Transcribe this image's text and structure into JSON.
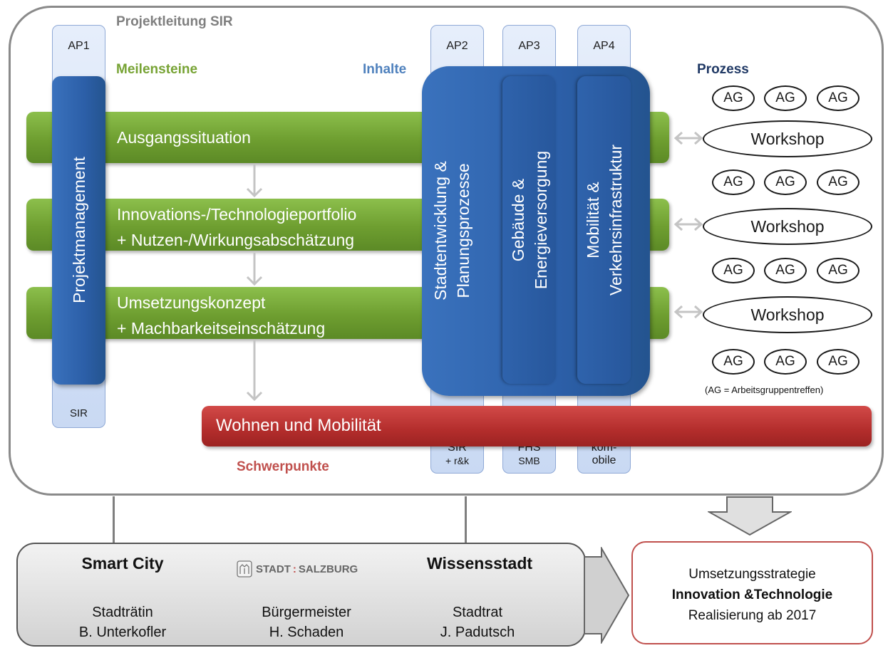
{
  "project_lead": "Projektleitung SIR",
  "sections": {
    "milestones": "Meilensteine",
    "contents": "Inhalte",
    "process": "Prozess",
    "focus": "Schwerpunkte"
  },
  "ap1": {
    "label": "AP1",
    "partner": "SIR",
    "bar_text": "Projektmanagement"
  },
  "ap2": {
    "label": "AP2",
    "partner_line1": "SIR",
    "partner_line2": "+ r&k",
    "bar_line1": "Stadtentwicklung &",
    "bar_line2": "Planungsprozesse"
  },
  "ap3": {
    "label": "AP3",
    "partner_line1": "FHS",
    "partner_line2": "SMB",
    "bar_line1": "Gebäude &",
    "bar_line2": "Energieversorgung"
  },
  "ap4": {
    "label": "AP4",
    "partner_line1": "kom-",
    "partner_line2": "obile",
    "bar_line1": "Mobilität &",
    "bar_line2": "Verkehrsinfrastruktur"
  },
  "milestones": [
    {
      "line1": "Ausgangssituation",
      "line2": ""
    },
    {
      "line1": "Innovations-/Technologieportfolio",
      "line2": "+ Nutzen-/Wirkungsabschätzung"
    },
    {
      "line1": "Umsetzungskonzept",
      "line2": "+ Machbarkeitseinschätzung"
    }
  ],
  "focus_bar": "Wohnen und Mobilität",
  "process": {
    "ag_label": "AG",
    "workshop_label": "Workshop",
    "legend": "(AG = Arbeitsgruppentreffen)"
  },
  "leadership": {
    "smart_city": "Smart City",
    "logo_text": "STADT",
    "logo_colon": ":",
    "logo_text2": "SALZBURG",
    "knowledge_city": "Wissensstadt",
    "people": [
      {
        "role": "Stadträtin",
        "name": "B. Unterkofler"
      },
      {
        "role": "Bürgermeister",
        "name": "H. Schaden"
      },
      {
        "role": "Stadtrat",
        "name": "J. Padutsch"
      }
    ]
  },
  "result": {
    "line1": "Umsetzungsstrategie",
    "line2": "Innovation &Technologie",
    "line3": "Realisierung ab 2017"
  },
  "colors": {
    "milestone_green": "#6e9e30",
    "content_blue": "#2c5fa8",
    "focus_red": "#b32d2c",
    "label_green": "#77a334",
    "label_blue": "#4f81bd",
    "label_navy": "#1f3864",
    "label_red": "#c0504d",
    "label_grey": "#7f7f7f"
  }
}
